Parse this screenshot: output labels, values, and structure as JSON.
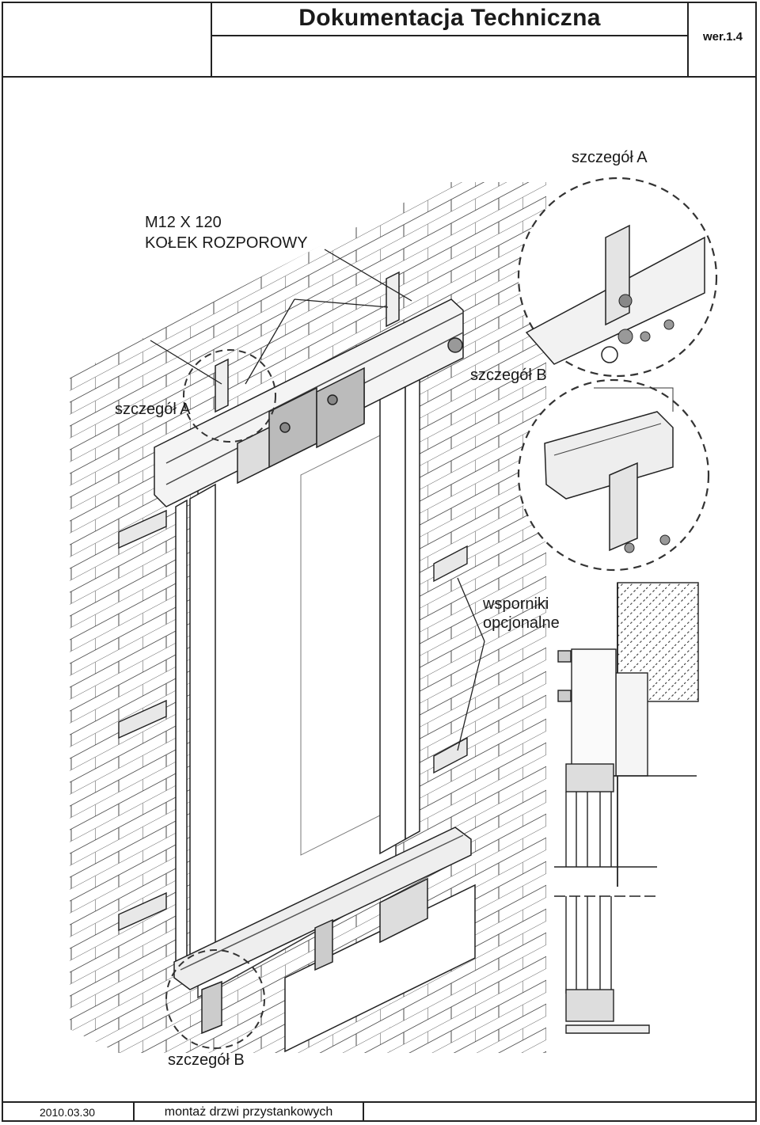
{
  "header": {
    "title": "Dokumentacja Techniczna",
    "version": "wer.1.4"
  },
  "drawing": {
    "labels": {
      "detail_a_top": "szczegół A",
      "anchor_spec_line1": "M12 X 120",
      "anchor_spec_line2": "KOŁEK ROZPOROWY",
      "detail_a_left": "szczegół A",
      "detail_b_right": "szczegół B",
      "optional_brackets_line1": "wsporniki",
      "optional_brackets_line2": "opcjonalne",
      "detail_b_bottom": "szczegół B"
    }
  },
  "footer": {
    "date": "2010.03.30",
    "description": "montaż drzwi przystankowych"
  }
}
